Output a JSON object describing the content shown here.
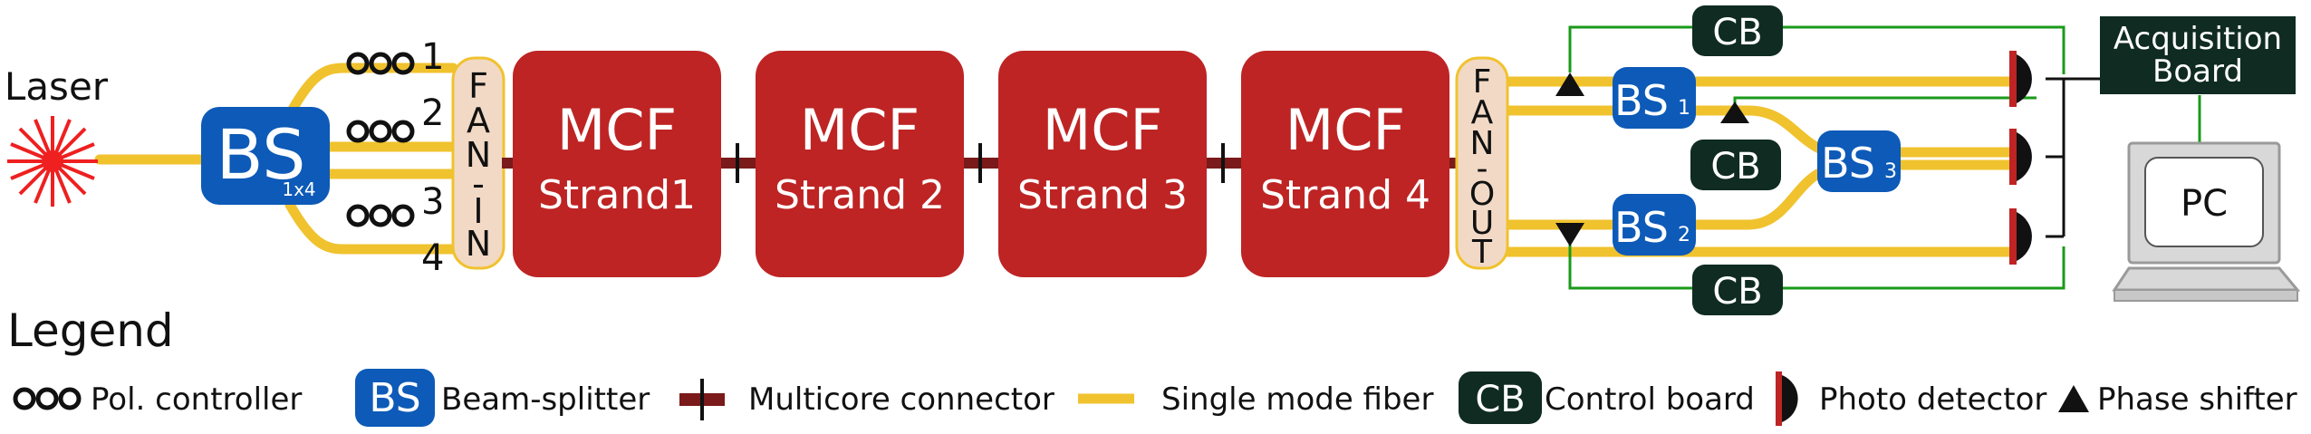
{
  "laser": {
    "label": "Laser"
  },
  "input_splitter": {
    "label": "BS",
    "ratio": "1x4"
  },
  "fan_in": {
    "label": "FAN-IN",
    "letters": [
      "F",
      "A",
      "N",
      "-",
      "I",
      "N"
    ],
    "port_labels": [
      "1",
      "2",
      "3",
      "4"
    ]
  },
  "strands": [
    {
      "title": "MCF",
      "subtitle": "Strand1"
    },
    {
      "title": "MCF",
      "subtitle": "Strand 2"
    },
    {
      "title": "MCF",
      "subtitle": "Strand 3"
    },
    {
      "title": "MCF",
      "subtitle": "Strand 4"
    }
  ],
  "fan_out": {
    "label": "FAN-OUT",
    "letters": [
      "F",
      "A",
      "N",
      "-",
      "O",
      "U",
      "T"
    ]
  },
  "output_splitters": [
    {
      "label": "BS",
      "sub": "1"
    },
    {
      "label": "BS",
      "sub": "2"
    },
    {
      "label": "BS",
      "sub": "3"
    }
  ],
  "control_boards": [
    "CB",
    "CB",
    "CB"
  ],
  "acquisition_board": {
    "line1": "Acquisition",
    "line2": "Board"
  },
  "pc": {
    "label": "PC"
  },
  "legend": {
    "title": "Legend",
    "items": [
      {
        "key": "pol",
        "label": "Pol. controller"
      },
      {
        "key": "bs",
        "icon_text": "BS",
        "label": "Beam-splitter"
      },
      {
        "key": "mcc",
        "label": "Multicore connector"
      },
      {
        "key": "smf",
        "label": "Single mode fiber"
      },
      {
        "key": "cb",
        "icon_text": "CB",
        "label": "Control board"
      },
      {
        "key": "pd",
        "label": "Photo detector"
      },
      {
        "key": "ps",
        "label": "Phase shifter"
      }
    ]
  },
  "colors": {
    "fiber": "#f0c22e",
    "mcf": "#be2424",
    "bs": "#0d5ab8",
    "cb": "#0f2b22",
    "fan": "#f2d9c5",
    "connector": "#7a1a1a",
    "wire": "#1a9a1a",
    "laser": "#ee2020"
  }
}
